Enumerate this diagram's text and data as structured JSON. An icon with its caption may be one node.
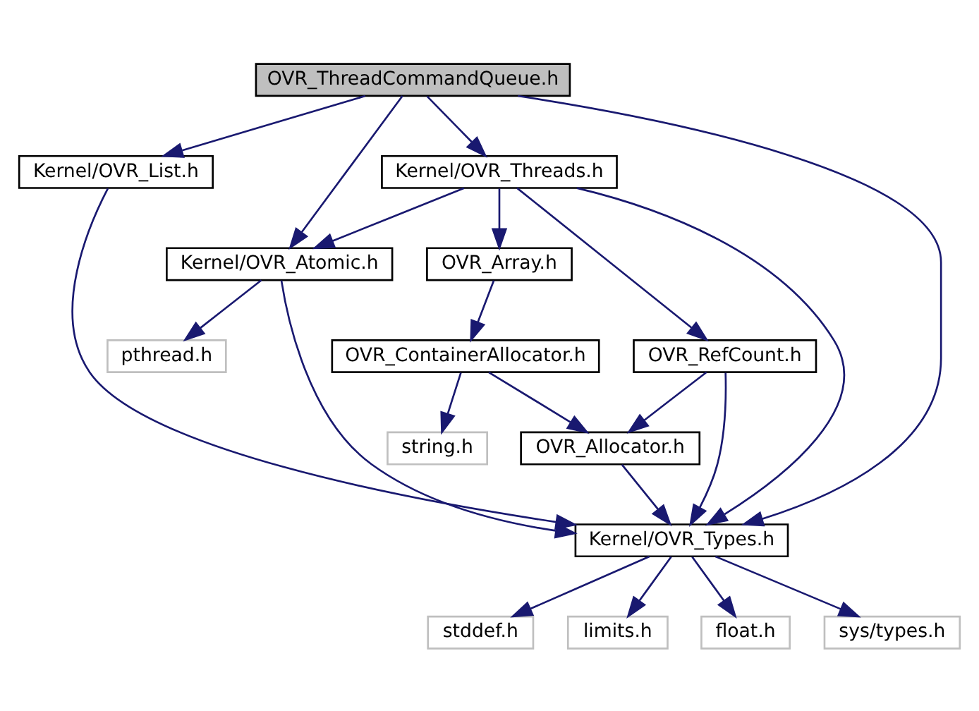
{
  "diagram": {
    "nodes": [
      {
        "text": [
          "OVR_ThreadCommandQueue.h"
        ]
      },
      {
        "text": [
          "Kernel/OVR_List.h"
        ]
      },
      {
        "text": [
          "Kernel/OVR_Threads.h"
        ]
      },
      {
        "text": [
          "Kernel/OVR_Atomic.h"
        ]
      },
      {
        "text": [
          "OVR_Array.h"
        ]
      },
      {
        "text": [
          "pthread.h"
        ]
      },
      {
        "text": [
          "OVR_RefCount.h"
        ]
      },
      {
        "text": [
          "OVR_ContainerAllocator.h"
        ]
      },
      {
        "text": [
          "OVR_Allocator.h"
        ]
      },
      {
        "text": [
          "string.h"
        ]
      },
      {
        "text": [
          "Kernel/OVR_Types.h"
        ]
      },
      {
        "text": [
          "stddef.h"
        ]
      },
      {
        "text": [
          "limits.h"
        ]
      },
      {
        "text": [
          "float.h"
        ]
      },
      {
        "text": [
          "sys/types.h"
        ]
      }
    ],
    "edges": [
      {
        "from": 0,
        "to": 10,
        "arrow": "to"
      },
      {
        "from": 0,
        "to": 1,
        "arrow": "to"
      },
      {
        "from": 0,
        "to": 3,
        "arrow": "to"
      },
      {
        "from": 0,
        "to": 2,
        "arrow": "to"
      },
      {
        "from": 1,
        "to": 10,
        "arrow": "to"
      },
      {
        "from": 2,
        "to": 3,
        "arrow": "to"
      },
      {
        "from": 2,
        "to": 10,
        "arrow": "to"
      },
      {
        "from": 2,
        "to": 6,
        "arrow": "to"
      },
      {
        "from": 2,
        "to": 4,
        "arrow": "to"
      },
      {
        "from": 3,
        "to": 5,
        "arrow": "to"
      },
      {
        "from": 3,
        "to": 10,
        "arrow": "to"
      },
      {
        "from": 4,
        "to": 7,
        "arrow": "to"
      },
      {
        "from": 6,
        "to": 8,
        "arrow": "to"
      },
      {
        "from": 6,
        "to": 10,
        "arrow": "to"
      },
      {
        "from": 7,
        "to": 8,
        "arrow": "to"
      },
      {
        "from": 7,
        "to": 9,
        "arrow": "to"
      },
      {
        "from": 8,
        "to": 10,
        "arrow": "to"
      },
      {
        "from": 10,
        "to": 11,
        "arrow": "to"
      },
      {
        "from": 10,
        "to": 12,
        "arrow": "to"
      },
      {
        "from": 10,
        "to": 13,
        "arrow": "to"
      },
      {
        "from": 10,
        "to": 14,
        "arrow": "to"
      }
    ]
  }
}
